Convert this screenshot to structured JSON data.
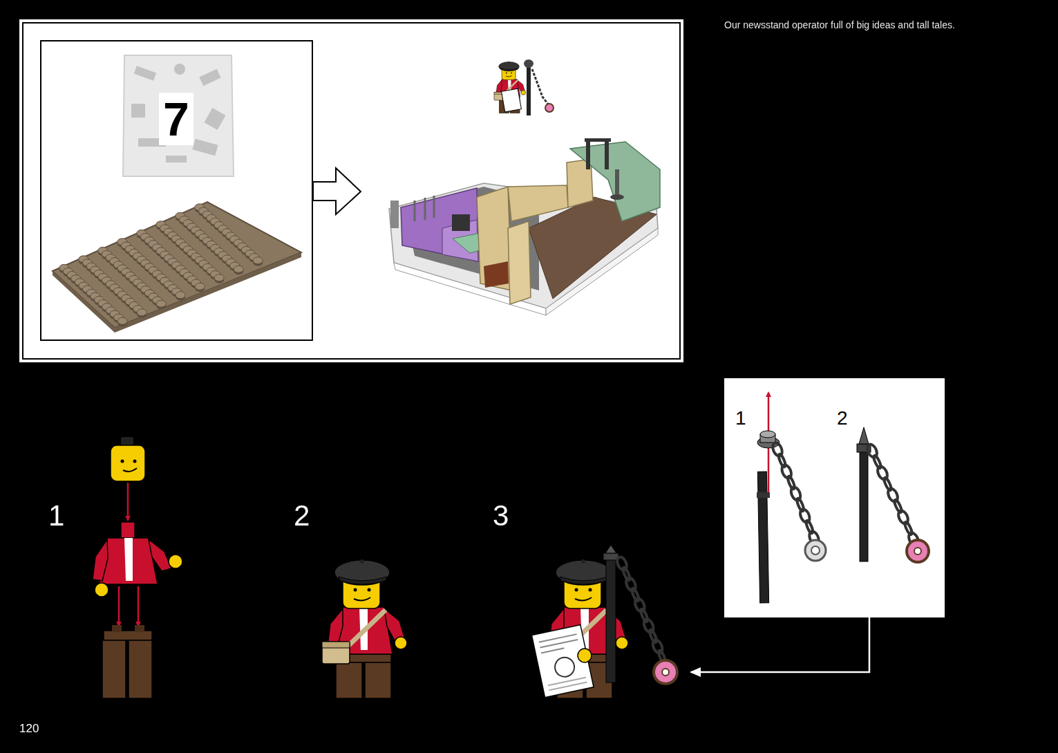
{
  "diagram": {
    "nodes": [
      {
        "text": [
          "7"
        ]
      },
      {
        "text": [
          "1",
          "2"
        ]
      }
    ],
    "labels": [
      "Our newsstand operator full of big ideas and tall tales.",
      "1",
      "2",
      "3",
      "120"
    ]
  }
}
